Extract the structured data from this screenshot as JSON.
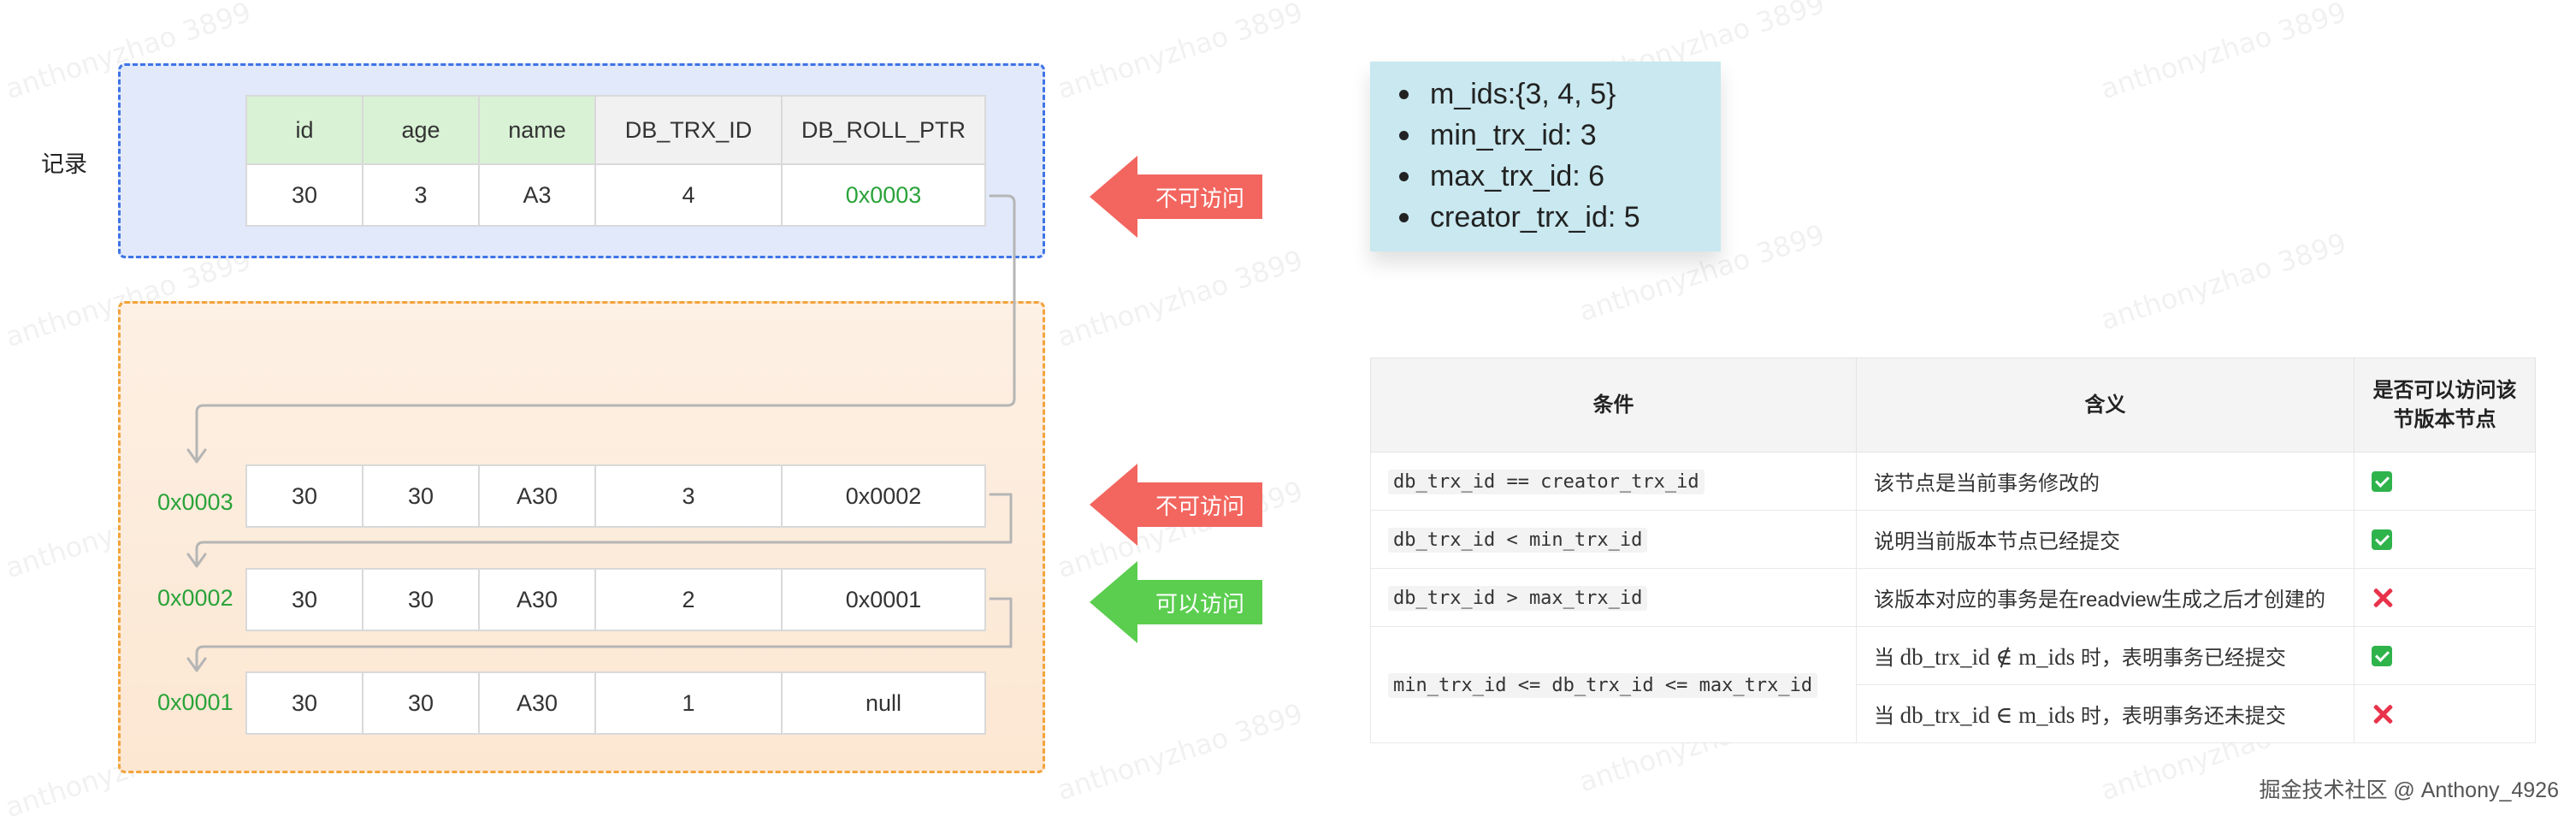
{
  "record_label": "记录",
  "current_record": {
    "headers": [
      "id",
      "age",
      "name",
      "DB_TRX_ID",
      "DB_ROLL_PTR"
    ],
    "row": [
      "30",
      "3",
      "A3",
      "4",
      "0x0003"
    ]
  },
  "undo_log": [
    {
      "address": "0x0003",
      "cells": [
        "30",
        "30",
        "A30",
        "3",
        "0x0002"
      ]
    },
    {
      "address": "0x0002",
      "cells": [
        "30",
        "30",
        "A30",
        "2",
        "0x0001"
      ]
    },
    {
      "address": "0x0001",
      "cells": [
        "30",
        "30",
        "A30",
        "1",
        "null"
      ]
    }
  ],
  "arrows": [
    {
      "label": "不可访问",
      "color": "#f2665f"
    },
    {
      "label": "不可访问",
      "color": "#f2665f"
    },
    {
      "label": "可以访问",
      "color": "#5bce4f"
    }
  ],
  "read_view": [
    "m_ids:{3, 4, 5}",
    "min_trx_id: 3",
    "max_trx_id: 6",
    "creator_trx_id: 5"
  ],
  "condition_table": {
    "headers": [
      "条件",
      "含义",
      "是否可以访问该节版本节点"
    ],
    "rows": [
      {
        "condition": "db_trx_id == creator_trx_id",
        "meaning": "该节点是当前事务修改的",
        "accessible": true
      },
      {
        "condition": "db_trx_id < min_trx_id",
        "meaning": "说明当前版本节点已经提交",
        "accessible": true
      },
      {
        "condition": "db_trx_id > max_trx_id",
        "meaning": "该版本对应的事务是在readview生成之后才创建的",
        "accessible": false
      },
      {
        "condition": "min_trx_id <= db_trx_id <= max_trx_id",
        "sub": [
          {
            "prefix": "当",
            "math": "db_trx_id ∉ m_ids",
            "suffix": "时，表明事务已经提交",
            "accessible": true
          },
          {
            "prefix": "当",
            "math": "db_trx_id ∈ m_ids",
            "suffix": "时，表明事务还未提交",
            "accessible": false
          }
        ]
      }
    ]
  },
  "watermark": "anthonyzhao 3899",
  "footer": "掘金技术社区 @ Anthony_4926",
  "colors": {
    "blue_border": "#3f74e6",
    "orange_border": "#f3a33c",
    "pointer_green": "#2aa33a",
    "link_line": "#b5b5b5"
  }
}
